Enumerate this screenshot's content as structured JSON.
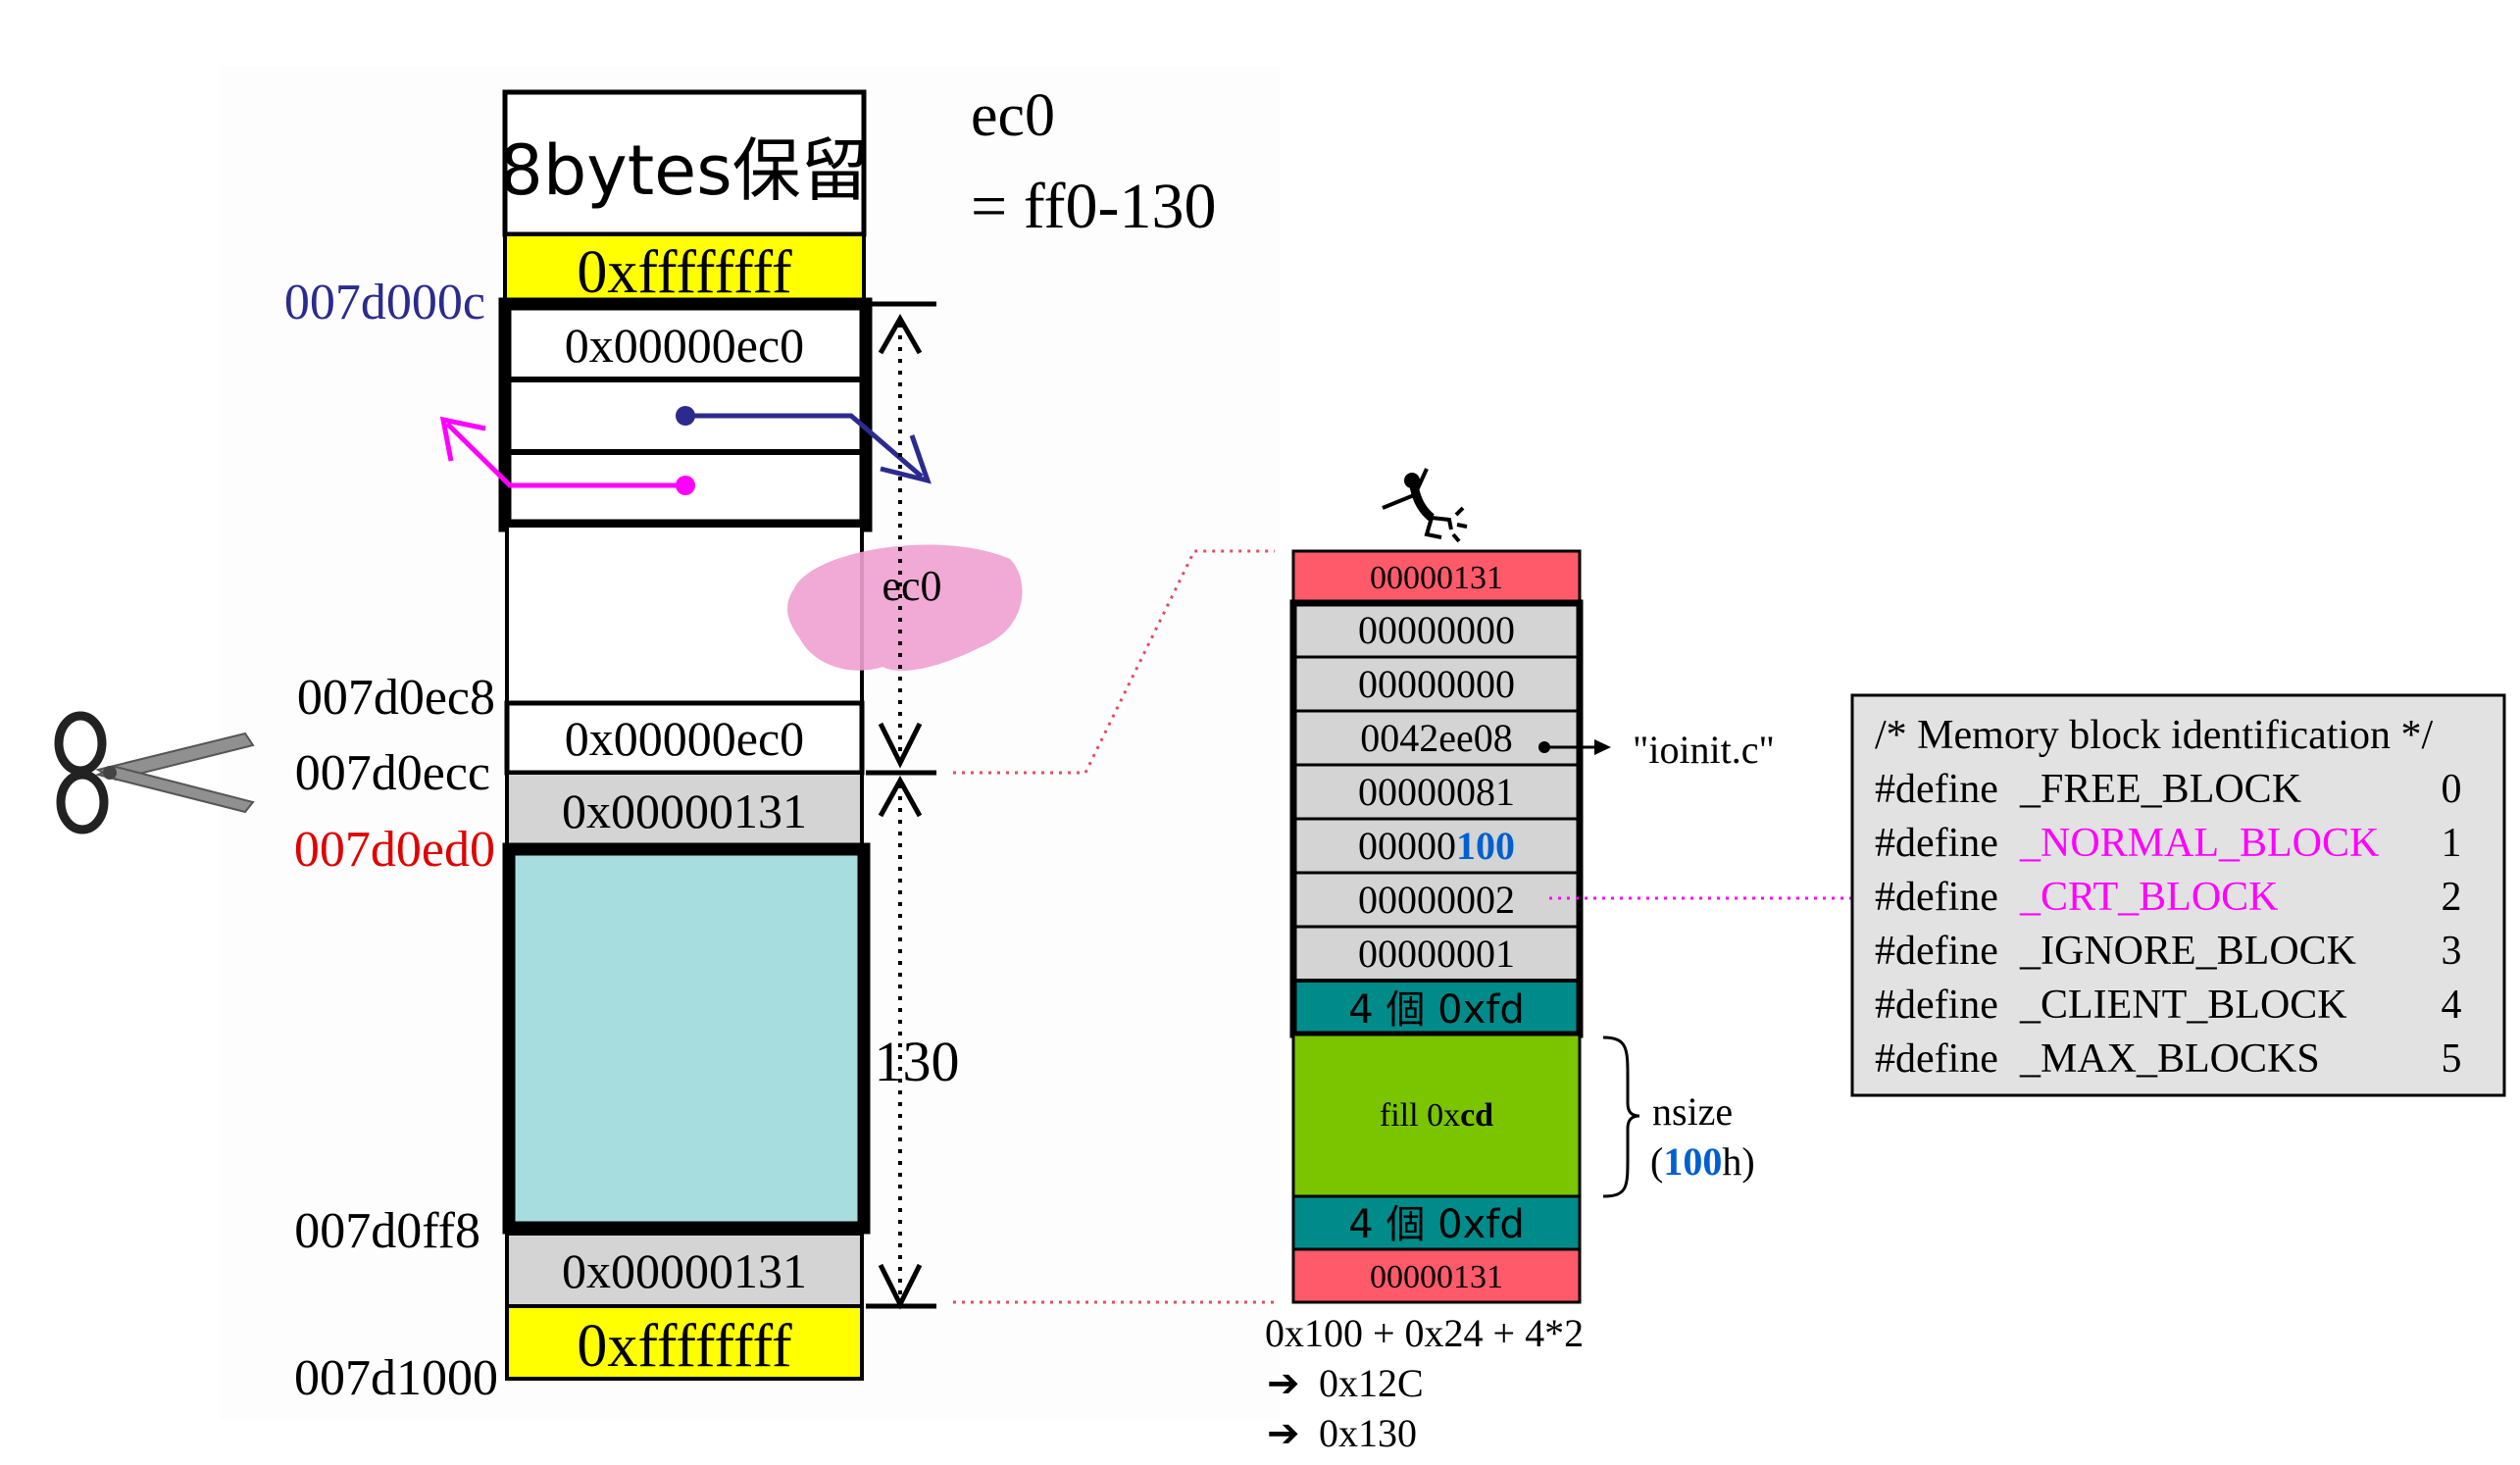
{
  "top_note": {
    "line1": "ec0",
    "line2": "= ff0-130"
  },
  "heap_column": {
    "reserved_label": "8bytes保留",
    "top_guard": "0xffffffff",
    "header_size": "0x00000ec0",
    "free_block_label": "ec0",
    "tail_size": "0x00000ec0",
    "alloc_size": "0x00000131",
    "alloc_tail_size": "0x00000131",
    "bottom_guard": "0xffffffff",
    "span_label": "130"
  },
  "addresses": [
    {
      "label": "007d000c",
      "color": "#2b2b8f"
    },
    {
      "label": "007d0ec8",
      "color": "#000000"
    },
    {
      "label": "007d0ecc",
      "color": "#000000"
    },
    {
      "label": "007d0ed0",
      "color": "#e00000"
    },
    {
      "label": "007d0ff8",
      "color": "#000000"
    },
    {
      "label": "007d1000",
      "color": "#000000"
    }
  ],
  "block_detail": {
    "head_size": "00000131",
    "rows": [
      {
        "text": "00000000"
      },
      {
        "text": "00000000"
      },
      {
        "text": "0042ee08"
      },
      {
        "text": "00000081"
      },
      {
        "text_prefix": "00000",
        "text_highlight": "100"
      },
      {
        "text": "00000002"
      },
      {
        "text": "00000001"
      }
    ],
    "no_mans_land_top": "4 個 0xfd",
    "fill_prefix": "fill 0x",
    "fill_highlight": "cd",
    "no_mans_land_bottom": "4 個 0xfd",
    "tail_size": "00000131",
    "filename_pointer": "\"ioinit.c\"",
    "nsize_label": "nsize",
    "nsize_open": "(",
    "nsize_value": "100",
    "nsize_close": "h)",
    "calc_line1": "0x100 + 0x24 + 4*2",
    "calc_line2": "0x12C",
    "calc_line3": "0x130"
  },
  "define_box": {
    "comment": "/* Memory block identification */",
    "defines": [
      {
        "keyword": "#define",
        "name": "_FREE_BLOCK",
        "value": "0",
        "highlight": false
      },
      {
        "keyword": "#define",
        "name": "_NORMAL_BLOCK",
        "value": "1",
        "highlight": true
      },
      {
        "keyword": "#define",
        "name": "_CRT_BLOCK",
        "value": "2",
        "highlight": true
      },
      {
        "keyword": "#define",
        "name": "_IGNORE_BLOCK",
        "value": "3",
        "highlight": false
      },
      {
        "keyword": "#define",
        "name": "_CLIENT_BLOCK",
        "value": "4",
        "highlight": false
      },
      {
        "keyword": "#define",
        "name": "_MAX_BLOCKS",
        "value": "5",
        "highlight": false
      }
    ]
  },
  "colors": {
    "guard_yellow": "#ffff00",
    "header_gray": "#d4d4d4",
    "user_cyan": "#a8dde0",
    "size_red": "#ff5a6a",
    "nomans_teal": "#008b8b",
    "fill_green": "#7ac400",
    "define_bg": "#e2e2e2",
    "highlight_blue": "#0060d0",
    "highlight_magenta": "#ff00ff",
    "pointer_navy": "#2b2b8f",
    "blob_pink": "#f0a0d0",
    "leader_red": "#e05060"
  }
}
